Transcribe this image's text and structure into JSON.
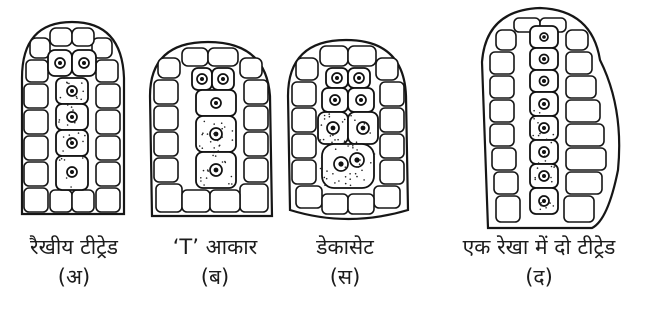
{
  "panels": [
    {
      "id": "a",
      "caption": "रैखीय टीट्रेड",
      "letter": "(अ)"
    },
    {
      "id": "b",
      "caption": "‘T’ आकार",
      "letter": "(ब)"
    },
    {
      "id": "c",
      "caption": "डेकासेट",
      "letter": "(स)"
    },
    {
      "id": "d",
      "caption": "एक रेखा में दो टीट्रेड",
      "letter": "(द)"
    }
  ],
  "colors": {
    "ink": "#161616",
    "background": "#ffffff"
  }
}
